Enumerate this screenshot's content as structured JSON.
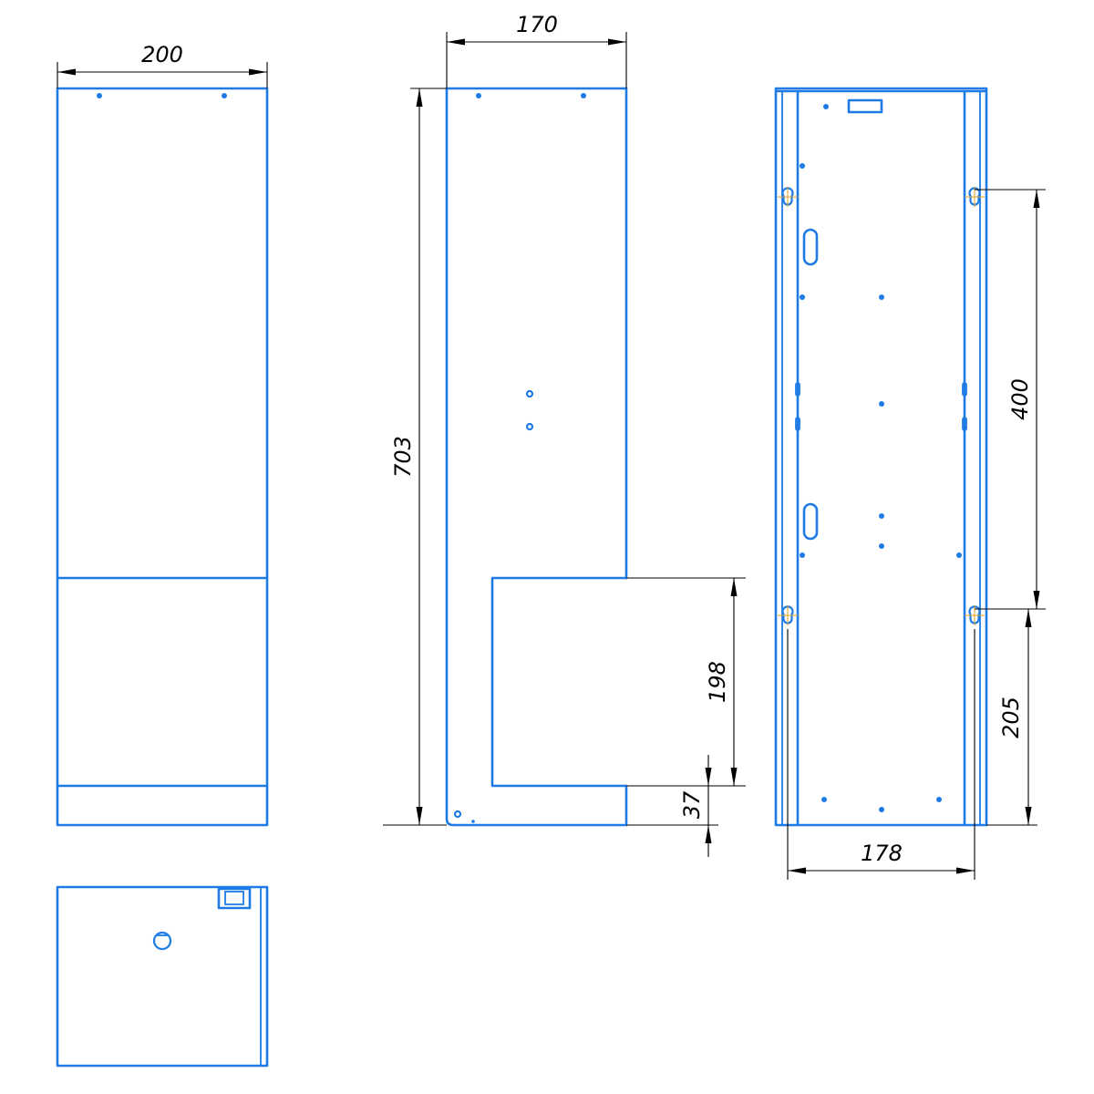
{
  "dimensions": {
    "front_width": "200",
    "side_width": "170",
    "side_height": "703",
    "side_cutout_height": "198",
    "side_bottom_height": "37",
    "back_width": "178",
    "back_keyhole_spacing": "400",
    "back_keyhole_bottom": "205"
  },
  "colors": {
    "part_outline": "#1e7be6",
    "dimension_line": "#000000",
    "center_mark": "#e0a020"
  }
}
